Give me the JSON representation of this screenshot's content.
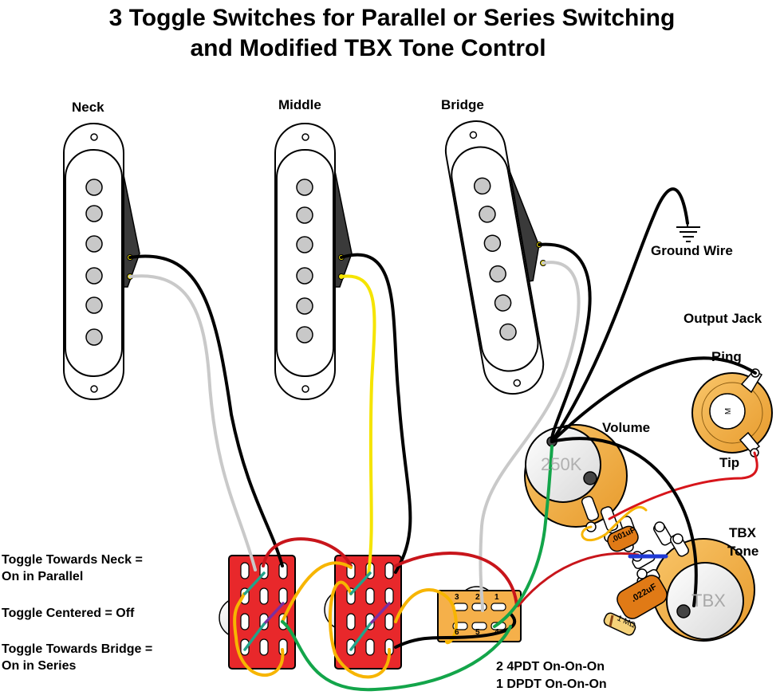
{
  "title": {
    "line1": "3 Toggle Switches for Parallel or Series Switching",
    "line2": "and Modified TBX Tone Control"
  },
  "pickups": {
    "neck": "Neck",
    "middle": "Middle",
    "bridge": "Bridge"
  },
  "labels": {
    "ground": "Ground Wire",
    "output_jack": "Output Jack",
    "ring": "Ring",
    "tip": "Tip",
    "volume": "Volume",
    "volume_value": "250K",
    "tbx_tone_1": "TBX",
    "tbx_tone_2": "Tone",
    "tbx_pot": "TBX",
    "cap1": ".001uF",
    "cap2": ".022uF",
    "resistor": "1 MΩ"
  },
  "notes": {
    "neck_1": "Toggle Towards Neck =",
    "neck_2": "On in Parallel",
    "center": "Toggle Centered = Off",
    "bridge_1": "Toggle Towards Bridge =",
    "bridge_2": "On in Series"
  },
  "switch_spec": {
    "line1": "2 4PDT On-On-On",
    "line2": "1 DPDT On-On-On"
  },
  "dpdt_lugs": [
    "3",
    "2",
    "1",
    "6",
    "5",
    "4"
  ],
  "colors": {
    "red_switch": "#e8282b",
    "pot_orange": "#f5b04a",
    "cap_orange": "#e07a16",
    "wire_black": "#000000",
    "wire_white": "#d8d8d8",
    "wire_yellow": "#f5e400",
    "wire_red": "#c8151b",
    "wire_green": "#13a54a",
    "wire_orange": "#f7b500",
    "wire_blue": "#1f3ad6",
    "wire_purple": "#7b2fa0",
    "wire_teal": "#22a38a"
  }
}
